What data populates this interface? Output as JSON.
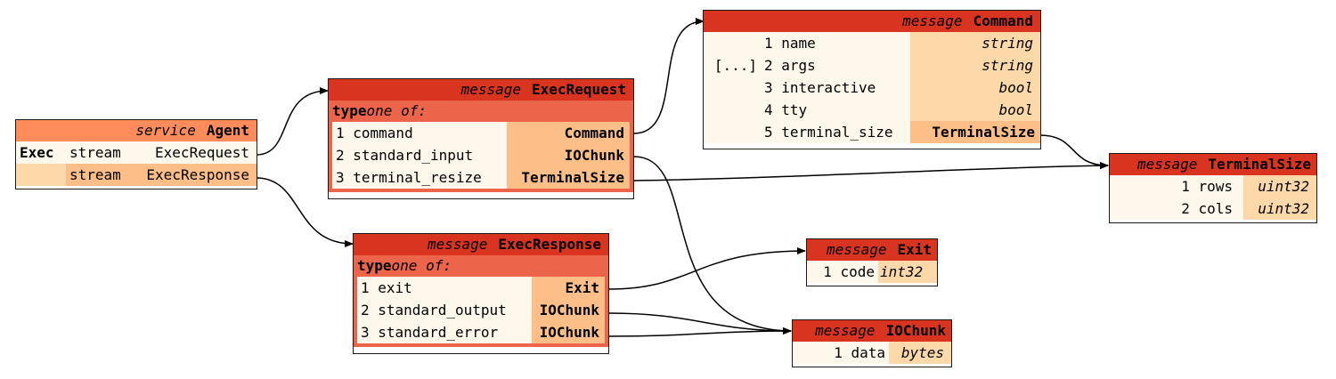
{
  "agent": {
    "kind": "service",
    "name": "Agent",
    "rows": [
      {
        "method": "Exec",
        "mod": "stream",
        "type": "ExecRequest"
      },
      {
        "method": "",
        "mod": "stream",
        "type": "ExecResponse"
      }
    ]
  },
  "exec_request": {
    "kind": "message",
    "name": "ExecRequest",
    "oneof_label": "type",
    "oneof_text": "one of:",
    "fields": [
      {
        "field": "1 command",
        "type": "Command"
      },
      {
        "field": "2 standard_input",
        "type": "IOChunk"
      },
      {
        "field": "3 terminal_resize",
        "type": "TerminalSize"
      }
    ]
  },
  "exec_response": {
    "kind": "message",
    "name": "ExecResponse",
    "oneof_label": "type",
    "oneof_text": "one of:",
    "fields": [
      {
        "field": "1 exit",
        "type": "Exit"
      },
      {
        "field": "2 standard_output",
        "type": "IOChunk"
      },
      {
        "field": "3 standard_error",
        "type": "IOChunk"
      }
    ]
  },
  "command": {
    "kind": "message",
    "name": "Command",
    "fields": [
      {
        "repeated": "",
        "field": "1 name",
        "type": "string"
      },
      {
        "repeated": "[...]",
        "field": "2 args",
        "type": "string"
      },
      {
        "repeated": "",
        "field": "3 interactive",
        "type": "bool"
      },
      {
        "repeated": "",
        "field": "4 tty",
        "type": "bool"
      },
      {
        "repeated": "",
        "field": "5 terminal_size",
        "type": "TerminalSize"
      }
    ]
  },
  "terminal_size": {
    "kind": "message",
    "name": "TerminalSize",
    "fields": [
      {
        "field": "1 rows",
        "type": "uint32"
      },
      {
        "field": "2 cols",
        "type": "uint32"
      }
    ]
  },
  "exit": {
    "kind": "message",
    "name": "Exit",
    "fields": [
      {
        "field": "1 code",
        "type": "int32"
      }
    ]
  },
  "iochunk": {
    "kind": "message",
    "name": "IOChunk",
    "fields": [
      {
        "field": "1 data",
        "type": "bytes"
      }
    ]
  },
  "colors": {
    "header": "#d93420",
    "service_header": "#ff8c5a",
    "oneof": "#ec644a",
    "field_bg": "#fef8ec",
    "type_bg": "#fdbe88",
    "scalar_bg": "#fdd8a8"
  }
}
